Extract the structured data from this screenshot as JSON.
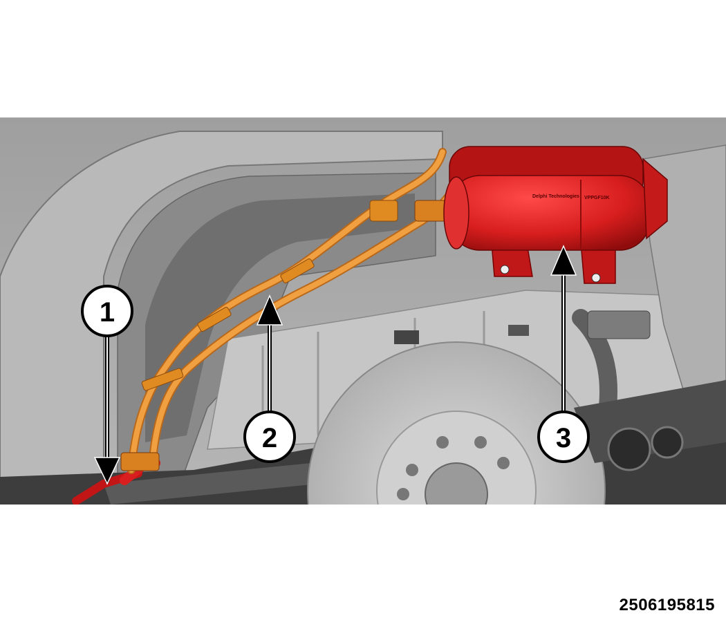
{
  "figure": {
    "id": "2506195815",
    "canister_brand_text": "Delphi Technologies",
    "canister_code_text": "VPPGF10K",
    "callouts": [
      {
        "number": "1"
      },
      {
        "number": "2"
      },
      {
        "number": "3"
      }
    ],
    "colors": {
      "background": "#ffffff",
      "body_gray": "#a9a9a9",
      "dark_gray": "#6e6e6e",
      "hose_orange": "#e8962a",
      "canister_red": "#d81e1e",
      "callout_fill": "#ffffff",
      "callout_stroke": "#000000"
    }
  }
}
